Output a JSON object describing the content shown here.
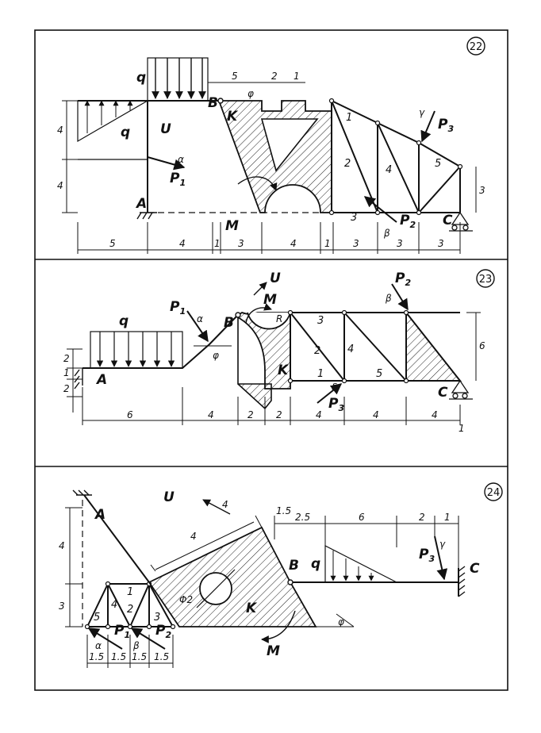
{
  "panels": [
    {
      "number": "22",
      "labels": {
        "A": "A",
        "B": "B",
        "C": "C",
        "K": "K",
        "M": "M",
        "U": "U",
        "q1": "q",
        "q2": "q",
        "P1": "P",
        "P1_sub": "1",
        "P2": "P",
        "P2_sub": "2",
        "P3": "P",
        "P3_sub": "3",
        "alpha": "α",
        "beta": "β",
        "gamma": "γ",
        "phi": "φ"
      },
      "members": [
        "1",
        "2",
        "3",
        "4",
        "5"
      ],
      "dims_bottom": [
        "5",
        "4",
        "1",
        "3",
        "4",
        "1",
        "3",
        "3",
        "3"
      ],
      "dims_top": [
        "5",
        "2",
        "1"
      ],
      "dims_left": [
        "4",
        "4"
      ],
      "dims_right": [
        "3"
      ]
    },
    {
      "number": "23",
      "labels": {
        "A": "A",
        "B": "B",
        "C": "C",
        "K": "K",
        "M": "M",
        "U": "U",
        "R": "R",
        "q": "q",
        "P1": "P",
        "P1_sub": "1",
        "P2": "P",
        "P2_sub": "2",
        "P3": "P",
        "P3_sub": "3",
        "alpha": "α",
        "beta": "β",
        "delta": "δ",
        "phi": "φ"
      },
      "members": [
        "1",
        "2",
        "3",
        "4",
        "5"
      ],
      "dims_bottom": [
        "6",
        "4",
        "2",
        "2",
        "4",
        "4",
        "4",
        "1"
      ],
      "dims_left": [
        "2",
        "1",
        "2"
      ],
      "dims_right": [
        "6"
      ]
    },
    {
      "number": "24",
      "labels": {
        "A": "A",
        "B": "B",
        "C": "C",
        "K": "K",
        "M": "M",
        "U": "U",
        "q": "q",
        "P1": "P",
        "P1_sub": "1",
        "P2": "P",
        "P2_sub": "2",
        "P3": "P",
        "P3_sub": "3",
        "alpha": "α",
        "beta": "β",
        "gamma": "γ",
        "phi": "φ",
        "phi2": "Φ2"
      },
      "members": [
        "1",
        "2",
        "3",
        "4",
        "5"
      ],
      "dims_bottom": [
        "1.5",
        "1.5",
        "1.5",
        "1.5"
      ],
      "dims_top": [
        "1.5",
        "2.5",
        "6",
        "2",
        "1"
      ],
      "dims_slant": [
        "4",
        "4"
      ],
      "dims_left": [
        "4",
        "3"
      ]
    }
  ]
}
